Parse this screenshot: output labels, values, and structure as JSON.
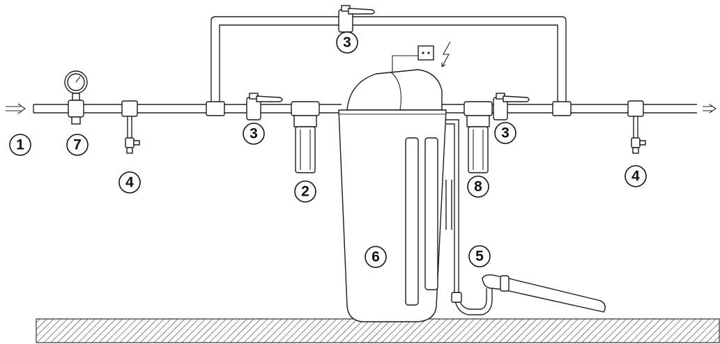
{
  "callouts": [
    {
      "id": "inlet",
      "label": "1"
    },
    {
      "id": "prefilter",
      "label": "2"
    },
    {
      "id": "valve-bypass",
      "label": "3"
    },
    {
      "id": "valve-inlet",
      "label": "3"
    },
    {
      "id": "valve-outlet",
      "label": "3"
    },
    {
      "id": "tap-left",
      "label": "4"
    },
    {
      "id": "tap-right",
      "label": "4"
    },
    {
      "id": "drain",
      "label": "5"
    },
    {
      "id": "softener",
      "label": "6"
    },
    {
      "id": "pressure-gauge",
      "label": "7"
    },
    {
      "id": "postfilter",
      "label": "8"
    }
  ],
  "colors": {
    "line": "#1a1a1a",
    "hatch": "#333333",
    "background": "#ffffff"
  }
}
